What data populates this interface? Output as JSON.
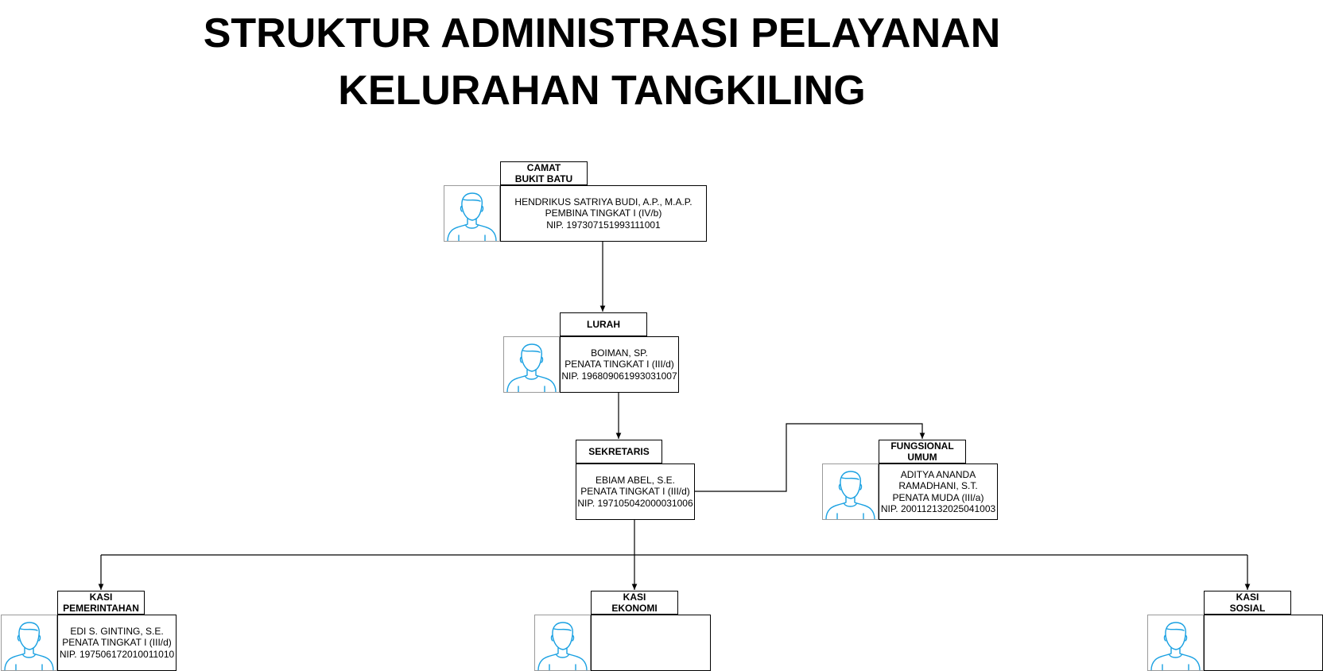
{
  "title": {
    "line1": "STRUKTUR ADMINISTRASI PELAYANAN",
    "line2": "KELURAHAN TANGKILING"
  },
  "icon": "person-avatar-icon",
  "colors": {
    "icon_stroke": "#1ba1e2",
    "line": "#000000"
  },
  "nodes": {
    "camat": {
      "label": [
        "CAMAT",
        "BUKIT BATU"
      ],
      "name": "HENDRIKUS SATRIYA BUDI, A.P., M.A.P.",
      "rank": "PEMBINA TINGKAT I (IV/b)",
      "nip": "NIP. 197307151993111001"
    },
    "lurah": {
      "label": [
        "LURAH"
      ],
      "name": "BOIMAN, SP.",
      "rank": "PENATA TINGKAT I (III/d)",
      "nip": "NIP. 196809061993031007"
    },
    "sekretaris": {
      "label": [
        "SEKRETARIS"
      ],
      "name": "EBIAM ABEL, S.E.",
      "rank": "PENATA TINGKAT I (III/d)",
      "nip": "NIP. 197105042000031006"
    },
    "fungsional": {
      "label": [
        "FUNGSIONAL",
        "UMUM"
      ],
      "name1": "ADITYA ANANDA",
      "name2": "RAMADHANI, S.T.",
      "rank": "PENATA MUDA (III/a)",
      "nip": "NIP. 200112132025041003"
    },
    "kasi_pemerintahan": {
      "label": [
        "KASI",
        "PEMERINTAHAN"
      ],
      "name": "EDI S. GINTING, S.E.",
      "rank": "PENATA TINGKAT I (III/d)",
      "nip": "NIP. 197506172010011010"
    },
    "kasi_ekonomi": {
      "label": [
        "KASI",
        "EKONOMI"
      ]
    },
    "kasi_sosial": {
      "label": [
        "KASI",
        "SOSIAL"
      ]
    }
  }
}
